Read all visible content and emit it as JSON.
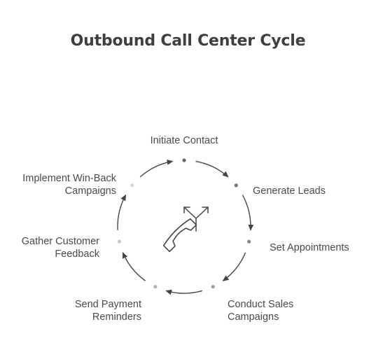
{
  "title": "Outbound Call Center Cycle",
  "center_icons": [
    "phone-icon",
    "split-arrows-icon"
  ],
  "colors": {
    "title": "#3f3f3f",
    "text": "#4a4a4a",
    "stroke": "#444444"
  },
  "steps": [
    {
      "label_lines": [
        "Initiate Contact"
      ],
      "dot_color": "#666666"
    },
    {
      "label_lines": [
        "Generate Leads"
      ],
      "dot_color": "#777777"
    },
    {
      "label_lines": [
        "Set Appointments"
      ],
      "dot_color": "#888888"
    },
    {
      "label_lines": [
        "Conduct Sales",
        "Campaigns"
      ],
      "dot_color": "#a0a0a0"
    },
    {
      "label_lines": [
        "Send Payment",
        "Reminders"
      ],
      "dot_color": "#b4b4b4"
    },
    {
      "label_lines": [
        "Gather Customer",
        "Feedback"
      ],
      "dot_color": "#c8c8c8"
    },
    {
      "label_lines": [
        "Implement Win-Back",
        "Campaigns"
      ],
      "dot_color": "#d6d6d6"
    }
  ]
}
